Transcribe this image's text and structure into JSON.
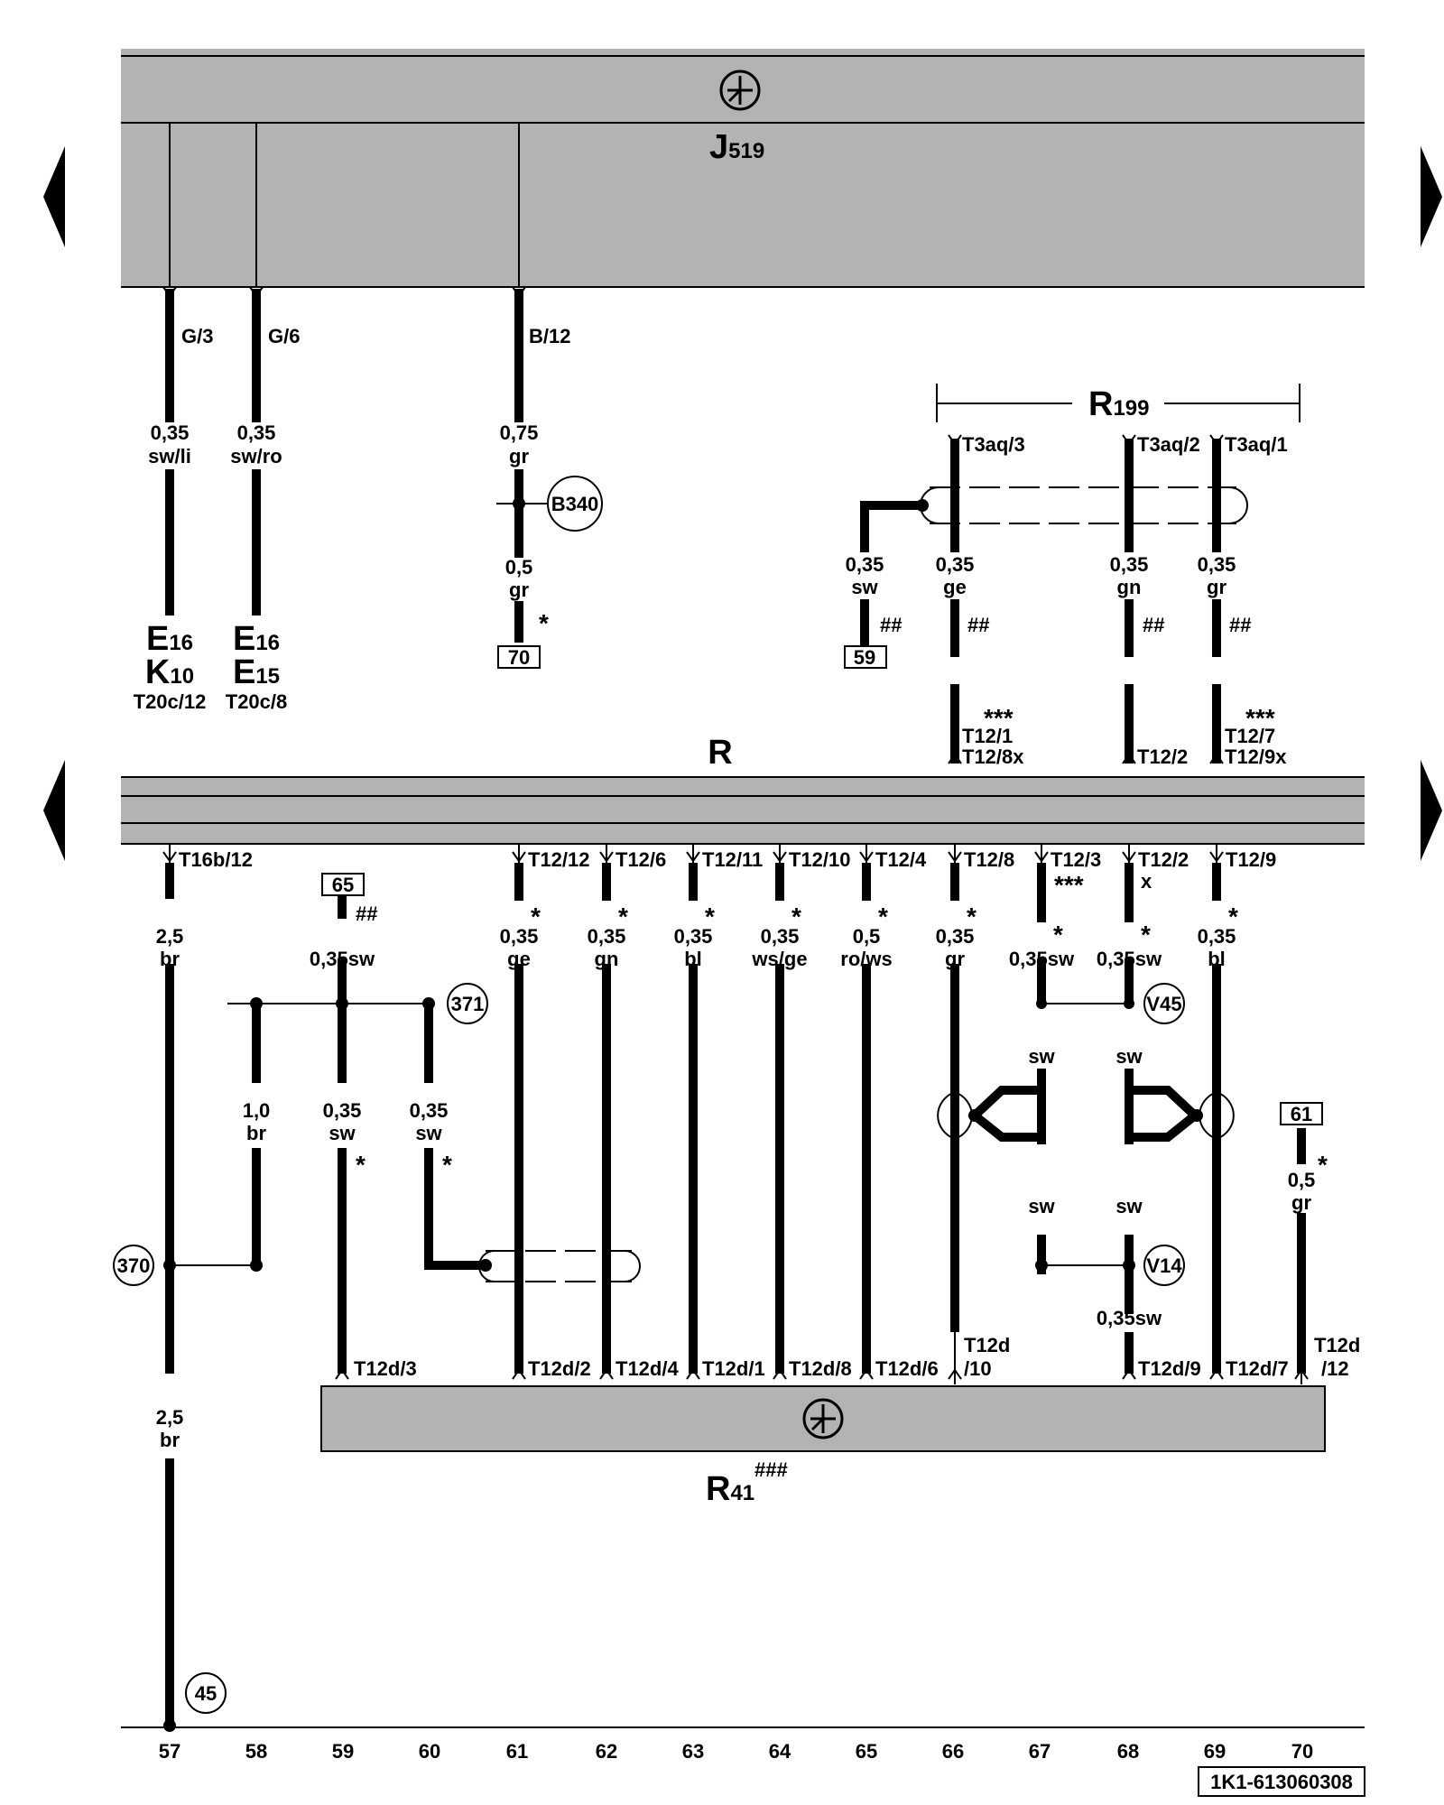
{
  "title": {
    "main": "J",
    "sub": "519"
  },
  "bus_label": "R",
  "r199": {
    "main": "R",
    "sub": "199"
  },
  "r41": {
    "main": "R",
    "sub": "41",
    "sup": "###"
  },
  "drawing_id": "1K1-613060308",
  "columns": [
    "57",
    "58",
    "59",
    "60",
    "61",
    "62",
    "63",
    "64",
    "65",
    "66",
    "67",
    "68",
    "69",
    "70"
  ],
  "top_pins": [
    "G/3",
    "G/6",
    "B/12"
  ],
  "r199_pins": [
    "T3aq/3",
    "T3aq/2",
    "T3aq/1"
  ],
  "top_wires": [
    {
      "size": "0,35",
      "color": "sw/li"
    },
    {
      "size": "0,35",
      "color": "sw/ro"
    },
    {
      "size": "0,75",
      "color": "gr"
    },
    {
      "size": "0,5",
      "color": "gr"
    },
    {
      "size": "0,35",
      "color": "sw"
    },
    {
      "size": "0,35",
      "color": "ge"
    },
    {
      "size": "0,35",
      "color": "gn"
    },
    {
      "size": "0,35",
      "color": "gr"
    }
  ],
  "refs_top": [
    {
      "l1": "E",
      "s1": "16",
      "l2": "K",
      "s2": "10",
      "conn": "T20c/12"
    },
    {
      "l1": "E",
      "s1": "16",
      "l2": "E",
      "s2": "15",
      "conn": "T20c/8"
    }
  ],
  "boxes": [
    "70",
    "59",
    "65",
    "61"
  ],
  "circles": [
    "B340",
    "371",
    "V45",
    "370",
    "V14",
    "45"
  ],
  "r_top_pins": [
    {
      "a": "T12/1",
      "b": "T12/8x"
    },
    {
      "a": "T12/2",
      "b": ""
    },
    {
      "a": "T12/7",
      "b": "T12/9x"
    }
  ],
  "r_bottom_pins": [
    "T16b/12",
    "T12/12",
    "T12/6",
    "T12/11",
    "T12/10",
    "T12/4",
    "T12/8",
    "T12/3",
    "T12/2",
    "T12/9"
  ],
  "r_bottom_x": "x",
  "bottom_wires": [
    {
      "size": "2,5",
      "color": "br"
    },
    {
      "size": "0,35sw",
      "color": ""
    },
    {
      "size": "0,35",
      "color": "ge"
    },
    {
      "size": "0,35",
      "color": "gn"
    },
    {
      "size": "0,35",
      "color": "bl"
    },
    {
      "size": "0,35",
      "color": "ws/ge"
    },
    {
      "size": "0,5",
      "color": "ro/ws"
    },
    {
      "size": "0,35",
      "color": "gr"
    },
    {
      "size": "0,35sw",
      "color": ""
    },
    {
      "size": "0,35sw",
      "color": ""
    },
    {
      "size": "0,35",
      "color": "bl"
    }
  ],
  "mid_wires": [
    {
      "size": "1,0",
      "color": "br"
    },
    {
      "size": "0,35",
      "color": "sw"
    },
    {
      "size": "0,35",
      "color": "sw"
    },
    {
      "size": "0,5",
      "color": "gr"
    },
    {
      "size": "2,5",
      "color": "br"
    }
  ],
  "sw_labels": [
    "sw",
    "sw",
    "sw",
    "sw"
  ],
  "v14_wire": "0,35sw",
  "r41_pins": [
    "T12d/3",
    "T12d/2",
    "T12d/4",
    "T12d/1",
    "T12d/8",
    "T12d/6",
    "T12d",
    "/10",
    "T12d/9",
    "T12d/7",
    "T12d",
    "/12"
  ],
  "marks": {
    "star": "*",
    "hash": "##",
    "triple_star": "***"
  }
}
